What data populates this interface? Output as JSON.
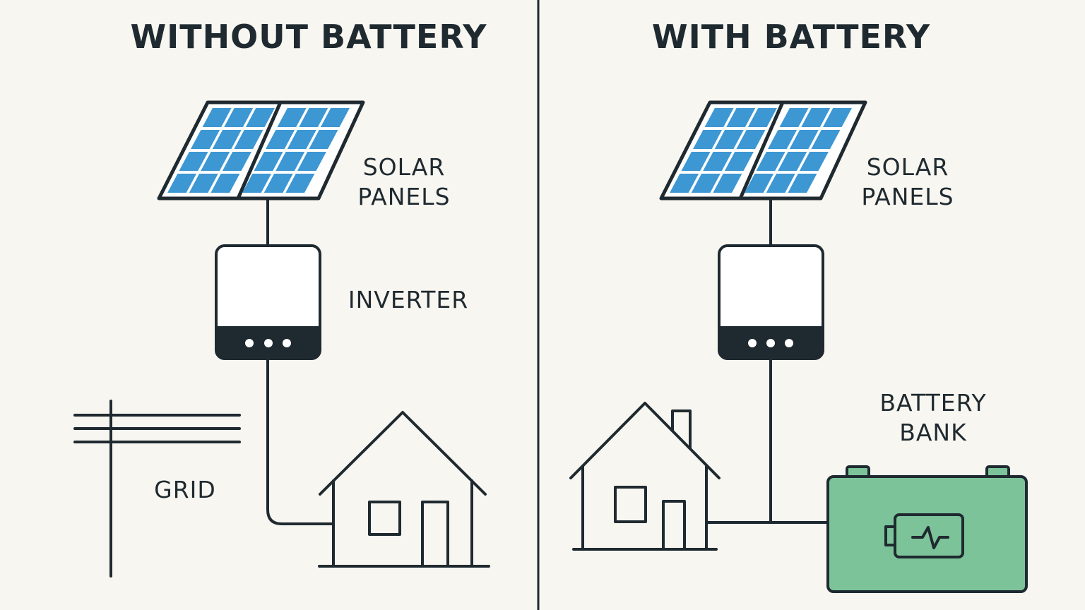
{
  "left": {
    "title": "WITHOUT BATTERY",
    "solar_label_1": "SOLAR",
    "solar_label_2": "PANELS",
    "inverter_label": "INVERTER",
    "grid_label": "GRID"
  },
  "right": {
    "title": "WITH BATTERY",
    "solar_label_1": "SOLAR",
    "solar_label_2": "PANELS",
    "battery_label_1": "BATTERY",
    "battery_label_2": "BANK"
  },
  "colors": {
    "background": "#f8f6f1",
    "ink": "#1f2a30",
    "solar_cell": "#3d97d3",
    "battery": "#7cc39a"
  }
}
